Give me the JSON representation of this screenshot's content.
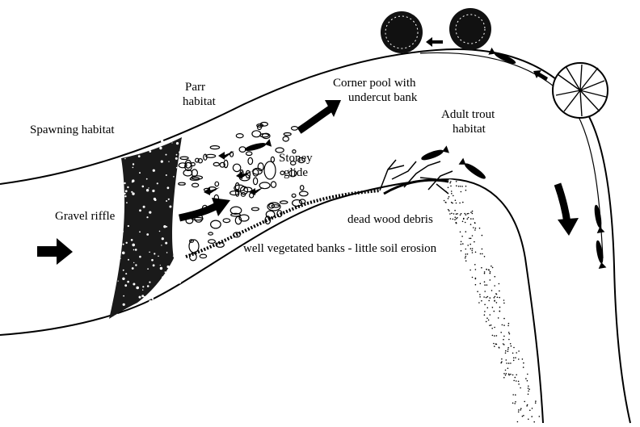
{
  "labels": {
    "spawning": "Spawning habitat",
    "parr_1": "Parr",
    "parr_2": "habitat",
    "corner_pool_1": "Corner pool with",
    "corner_pool_2": "undercut bank",
    "adult_trout_1": "Adult trout",
    "adult_trout_2": "habitat",
    "stoney_1": "Stoney",
    "stoney_2": "glide",
    "gravel_riffle": "Gravel riffle",
    "dead_wood": "dead wood debris",
    "banks": "well vegetated banks - little soil erosion"
  }
}
